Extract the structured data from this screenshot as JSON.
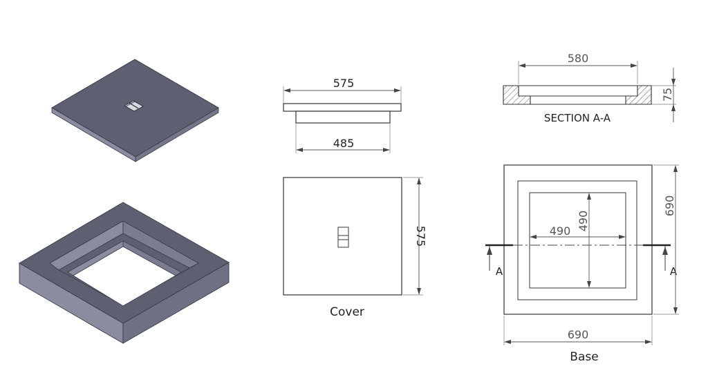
{
  "dimensions": {
    "cover_width": "575",
    "cover_inner_width": "485",
    "cover_height": "575",
    "section_width": "580",
    "section_depth": "75",
    "base_inner_width": "490",
    "base_inner_height": "490",
    "base_height": "690",
    "base_width": "690"
  },
  "labels": {
    "section_title": "SECTION A-A",
    "cover_caption": "Cover",
    "base_caption": "Base",
    "section_marker_left": "A",
    "section_marker_right": "A"
  },
  "colors": {
    "solid_top": "#5c5e70",
    "solid_side_light": "#8a8ca0",
    "solid_side_dark": "#6e7084",
    "line": "#333333",
    "dimension": "#555555"
  }
}
